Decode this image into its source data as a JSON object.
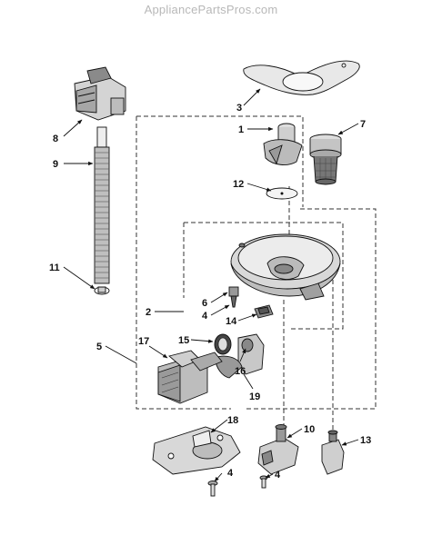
{
  "watermark": "AppliancePartsPros.com",
  "callouts": {
    "c1": "1",
    "c2": "2",
    "c3": "3",
    "c4a": "4",
    "c4b": "4",
    "c4c": "4",
    "c5": "5",
    "c6": "6",
    "c7": "7",
    "c8": "8",
    "c9": "9",
    "c10": "10",
    "c11": "11",
    "c12": "12",
    "c13": "13",
    "c14": "14",
    "c15": "15",
    "c16": "16",
    "c17": "17",
    "c18": "18",
    "c19": "19"
  }
}
